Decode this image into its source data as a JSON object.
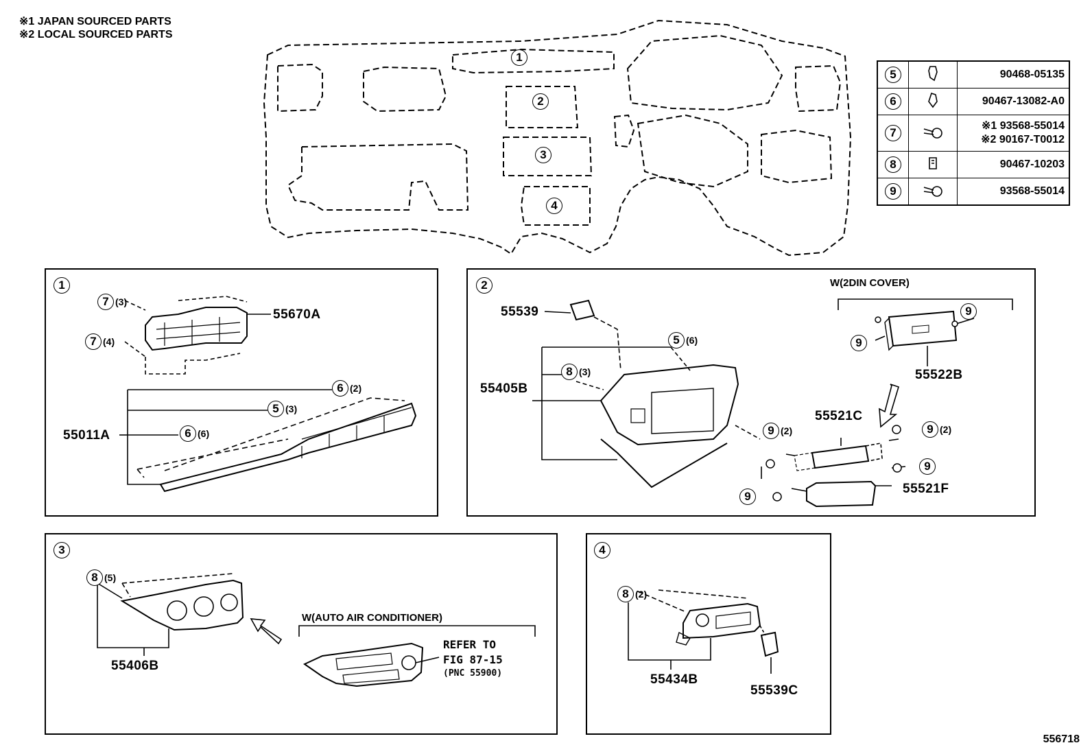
{
  "legend": {
    "line1": "※1 JAPAN SOURCED PARTS",
    "line2": "※2 LOCAL SOURCED PARTS"
  },
  "overview_refs": [
    "1",
    "2",
    "3",
    "4"
  ],
  "parts_table": [
    {
      "ref": "5",
      "icon": "clip-icon",
      "number": "90468-05135"
    },
    {
      "ref": "6",
      "icon": "clip-icon",
      "number": "90467-13082-A0"
    },
    {
      "ref": "7",
      "icon": "screw-icon",
      "number": "※1 93568-55014\n※2 90167-T0012"
    },
    {
      "ref": "8",
      "icon": "clip-icon",
      "number": "90467-10203"
    },
    {
      "ref": "9",
      "icon": "screw-icon",
      "number": "93568-55014"
    }
  ],
  "panel1": {
    "ref": "1",
    "parts": {
      "p55670A": "55670A",
      "p55011A": "55011A"
    },
    "callouts": [
      {
        "ref": "7",
        "qty": "(3)"
      },
      {
        "ref": "7",
        "qty": "(4)"
      },
      {
        "ref": "6",
        "qty": "(2)"
      },
      {
        "ref": "5",
        "qty": "(3)"
      },
      {
        "ref": "6",
        "qty": "(6)"
      }
    ]
  },
  "panel2": {
    "ref": "2",
    "note": "W(2DIN COVER)",
    "parts": {
      "p55539": "55539",
      "p55405B": "55405B",
      "p55522B": "55522B",
      "p55521C": "55521C",
      "p55521F": "55521F"
    },
    "callouts": [
      {
        "ref": "5",
        "qty": "(6)"
      },
      {
        "ref": "8",
        "qty": "(3)"
      },
      {
        "ref": "9",
        "qty": "(2)"
      },
      {
        "ref": "9",
        "qty": "(2)"
      }
    ],
    "refs9": [
      "9",
      "9",
      "9",
      "9",
      "9"
    ]
  },
  "panel3": {
    "ref": "3",
    "note": "W(AUTO AIR CONDITIONER)",
    "parts": {
      "p55406B": "55406B"
    },
    "callouts": [
      {
        "ref": "8",
        "qty": "(5)"
      }
    ],
    "refer": {
      "l1": "REFER TO",
      "l2": "FIG 87-15",
      "l3": "(PNC 55900)"
    }
  },
  "panel4": {
    "ref": "4",
    "parts": {
      "p55434B": "55434B",
      "p55539C": "55539C"
    },
    "callouts": [
      {
        "ref": "8",
        "qty": "(2)"
      }
    ]
  },
  "footer_id": "556718"
}
